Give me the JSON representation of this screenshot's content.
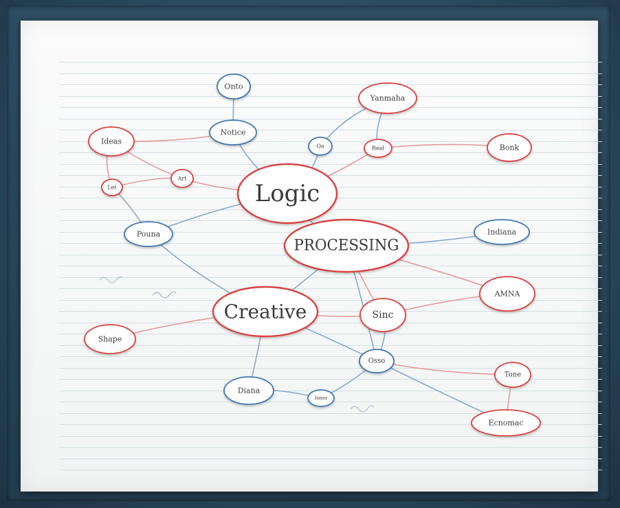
{
  "diagram": {
    "nodes": [
      {
        "id": "logic",
        "label": "Logic",
        "color": "red",
        "size": "large"
      },
      {
        "id": "processing",
        "label": "PROCESSING",
        "color": "red",
        "size": "large"
      },
      {
        "id": "creative",
        "label": "Creative",
        "color": "red",
        "size": "large"
      },
      {
        "id": "n_top_blue",
        "label": "Onto",
        "color": "blue",
        "size": "small"
      },
      {
        "id": "n_mid_blue",
        "label": "Notice",
        "color": "blue",
        "size": "small"
      },
      {
        "id": "n_left_red",
        "label": "Ideas",
        "color": "red",
        "size": "small"
      },
      {
        "id": "n_small_red1",
        "label": "Let",
        "color": "red",
        "size": "tiny"
      },
      {
        "id": "n_small_red2",
        "label": "Art",
        "color": "red",
        "size": "tiny"
      },
      {
        "id": "n_tiny_blue",
        "label": "Oa",
        "color": "blue",
        "size": "tiny"
      },
      {
        "id": "n_tiny_red3",
        "label": "Real",
        "color": "red",
        "size": "tiny"
      },
      {
        "id": "n_top_right",
        "label": "Yanmaha",
        "color": "red",
        "size": "small"
      },
      {
        "id": "n_right_red",
        "label": "Bonk",
        "color": "red",
        "size": "small"
      },
      {
        "id": "n_left_blue",
        "label": "Pouna",
        "color": "blue",
        "size": "small"
      },
      {
        "id": "n_right_blue",
        "label": "Indiana",
        "color": "blue",
        "size": "small"
      },
      {
        "id": "n_right_red2",
        "label": "AMNA",
        "color": "red",
        "size": "small"
      },
      {
        "id": "n_sinc",
        "label": "Sinc",
        "color": "red",
        "size": "medium"
      },
      {
        "id": "n_left_red2",
        "label": "Shape",
        "color": "red",
        "size": "small"
      },
      {
        "id": "n_blue_low",
        "label": "Osso",
        "color": "blue",
        "size": "small"
      },
      {
        "id": "n_blue_bottom",
        "label": "Diana",
        "color": "blue",
        "size": "small"
      },
      {
        "id": "n_tiny_blue2",
        "label": "Isnos",
        "color": "blue",
        "size": "tiny"
      },
      {
        "id": "n_red_low",
        "label": "Tone",
        "color": "red",
        "size": "small"
      },
      {
        "id": "n_red_bottom",
        "label": "Ecnomac",
        "color": "red",
        "size": "small"
      }
    ],
    "colors": {
      "red": "#d9423f",
      "blue": "#3f78b2",
      "ink": "#3a3a3a"
    }
  }
}
